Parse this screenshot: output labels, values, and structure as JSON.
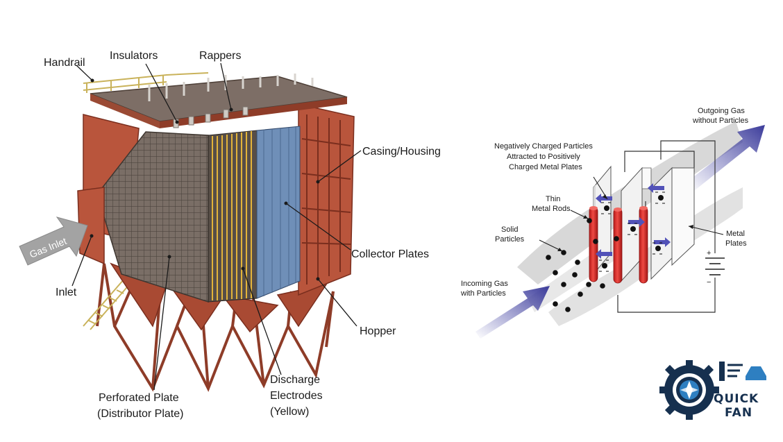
{
  "left_diagram": {
    "labels": {
      "handrail": "Handrail",
      "insulators": "Insulators",
      "rappers": "Rappers",
      "casing": "Casing/Housing",
      "collector": "Collector Plates",
      "hopper": "Hopper",
      "inlet": "Inlet",
      "gas_inlet": "Gas Inlet",
      "perforated_1": "Perforated Plate",
      "perforated_2": "(Distributor Plate)",
      "discharge_1": "Discharge",
      "discharge_2": "Electrodes",
      "discharge_3": "(Yellow)"
    },
    "colors": {
      "steel": "#b9553c",
      "steel_dark": "#8e3c28",
      "grid": "#6b6058",
      "electrodes": "#e4b43a",
      "plates": "#6f8fb8"
    }
  },
  "right_diagram": {
    "labels": {
      "outgoing_1": "Outgoing Gas",
      "outgoing_2": "without Particles",
      "negative_1": "Negatively Charged Particles",
      "negative_2": "Attracted to Positively",
      "negative_3": "Charged Metal Plates",
      "rods_1": "Thin",
      "rods_2": "Metal Rods",
      "solid_1": "Solid",
      "solid_2": "Particles",
      "plates_1": "Metal",
      "plates_2": "Plates",
      "incoming_1": "Incoming Gas",
      "incoming_2": "with Particles",
      "plus": "+",
      "minus": "−"
    },
    "colors": {
      "rod": "#e02b2b",
      "arrow": "#4a4aa8",
      "gas_band": "#d4d4d4"
    }
  },
  "logo": {
    "line1": "QUICK",
    "line2": "FAN",
    "color": "#16304f",
    "accent": "#2e7fc1"
  }
}
